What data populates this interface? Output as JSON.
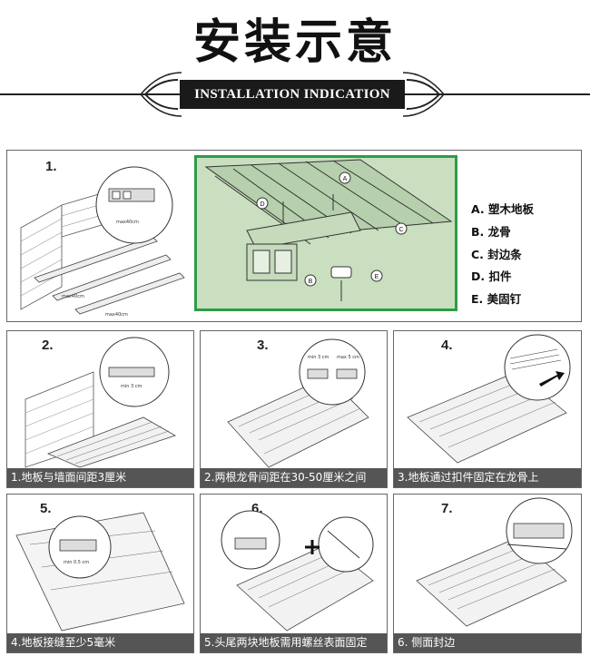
{
  "header": {
    "title": "安装示意",
    "subtitle": "INSTALLATION INDICATION"
  },
  "legend": {
    "items": [
      "A. 塑木地板",
      "B. 龙骨",
      "C. 封边条",
      "D. 扣件",
      "E. 美固钉"
    ]
  },
  "diagram_callouts": [
    "A",
    "B",
    "C",
    "D",
    "E"
  ],
  "step1": {
    "number": "1.",
    "dimensions": [
      "max40cm",
      "max40cm",
      "max40cm"
    ]
  },
  "steps": [
    {
      "number": "2.",
      "caption": "1.地板与墙面间距3厘米",
      "dimension": "min 3 cm"
    },
    {
      "number": "3.",
      "caption": "2.两根龙骨间距在30-50厘米之间",
      "dimension_a": "min 3 cm",
      "dimension_b": "max 5 cm"
    },
    {
      "number": "4.",
      "caption": "3.地板通过扣件固定在龙骨上"
    },
    {
      "number": "5.",
      "caption": "4.地板接缝至少5毫米",
      "dimension": "min 0.5 cm"
    },
    {
      "number": "6.",
      "caption": "5.头尾两块地板需用螺丝表面固定"
    },
    {
      "number": "7.",
      "caption": "6. 侧面封边"
    }
  ],
  "colors": {
    "accent_green": "#2e9b46",
    "diagram_fill": "#c9dfc0",
    "caption_bg": "#555555",
    "banner_bg": "#1a1a1a"
  }
}
